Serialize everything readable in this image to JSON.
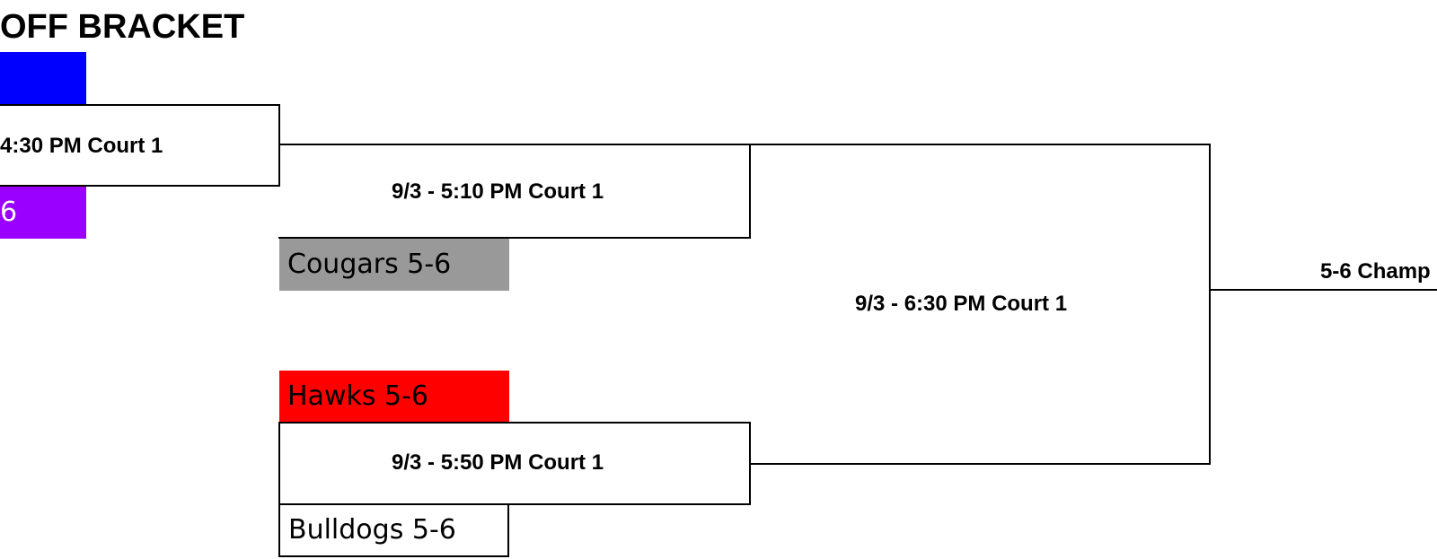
{
  "bracket": {
    "title": "OFF BRACKET",
    "teams": {
      "top_left_blue": {
        "label": "",
        "color": "#0000ff"
      },
      "top_left_purple": {
        "label": "6",
        "color": "#9900ff"
      },
      "cougars": {
        "label": "Cougars 5-6",
        "color": "#999999"
      },
      "hawks": {
        "label": "Hawks 5-6",
        "color": "#ff0000"
      },
      "bulldogs": {
        "label": "Bulldogs 5-6",
        "color": "#ffffff"
      }
    },
    "games": {
      "g1": "4:30 PM Court 1",
      "g2": "9/3 - 5:10 PM Court 1",
      "g3": "9/3 - 5:50 PM Court 1",
      "g4": "9/3 - 6:30 PM Court 1",
      "final": "5-6 Champ"
    }
  }
}
